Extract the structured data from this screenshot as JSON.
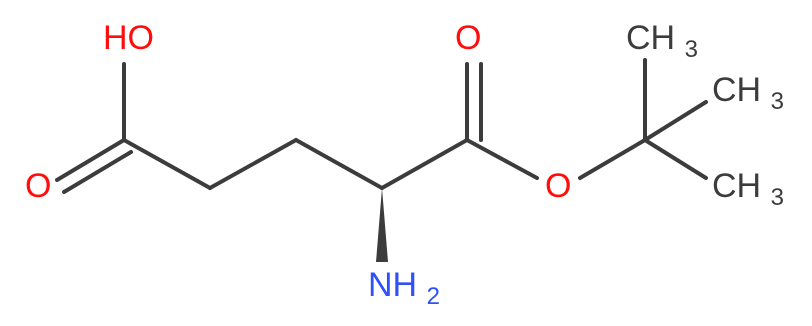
{
  "molecule": {
    "colors": {
      "bond": "#3c3c3c",
      "oxygen": "#ff0d0d",
      "nitrogen": "#3050f8",
      "carbon": "#3c3c3c"
    },
    "labels": {
      "acid_oh": "HO",
      "acid_carbonyl_o": "O",
      "ester_carbonyl_o": "O",
      "ester_o": "O",
      "amine_main": "NH",
      "amine_sub": "2",
      "methyl_top_main": "CH",
      "methyl_top_sub": "3",
      "methyl_mid_main": "CH",
      "methyl_mid_sub": "3",
      "methyl_bottom_main": "CH",
      "methyl_bottom_sub": "3"
    }
  }
}
